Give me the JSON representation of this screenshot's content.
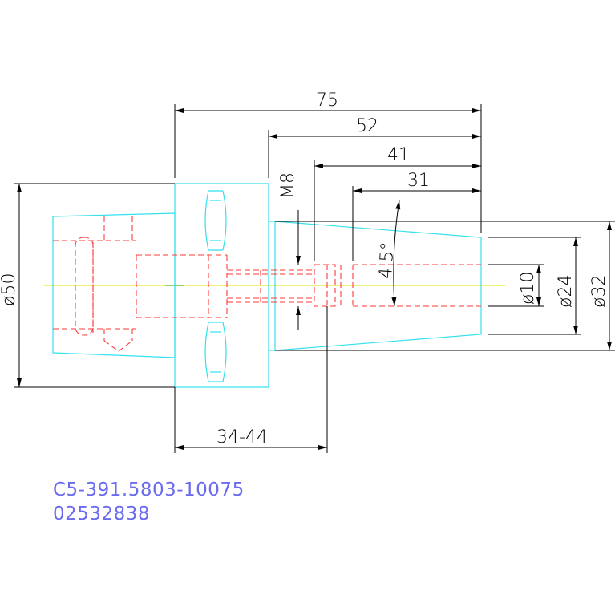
{
  "drawing": {
    "dimensions": {
      "overall_length": "75",
      "length_52": "52",
      "length_41": "41",
      "length_31": "31",
      "thread": "M8",
      "taper_angle": "4.5°",
      "dia_50": "ø50",
      "dia_10": "ø10",
      "dia_24": "ø24",
      "dia_32": "ø32",
      "adjust_range": "34-44"
    },
    "part_number": "C5-391.5803-10075",
    "item_code": "02532838"
  },
  "colors": {
    "outline": "#33e0ee",
    "hidden": "#ff3b3b",
    "centerline": "#e8e820",
    "dimension": "#000000",
    "text": "#6b6bf0"
  }
}
